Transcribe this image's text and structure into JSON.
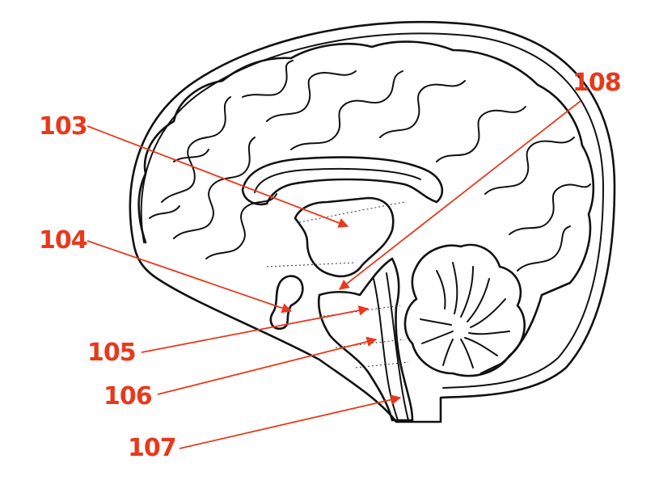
{
  "colors": {
    "annotation": "#e8391c",
    "line": "#111111",
    "background": "#ffffff"
  },
  "labels": [
    {
      "id": "103",
      "text": "103"
    },
    {
      "id": "104",
      "text": "104"
    },
    {
      "id": "105",
      "text": "105"
    },
    {
      "id": "106",
      "text": "106"
    },
    {
      "id": "107",
      "text": "107"
    },
    {
      "id": "108",
      "text": "108"
    }
  ]
}
